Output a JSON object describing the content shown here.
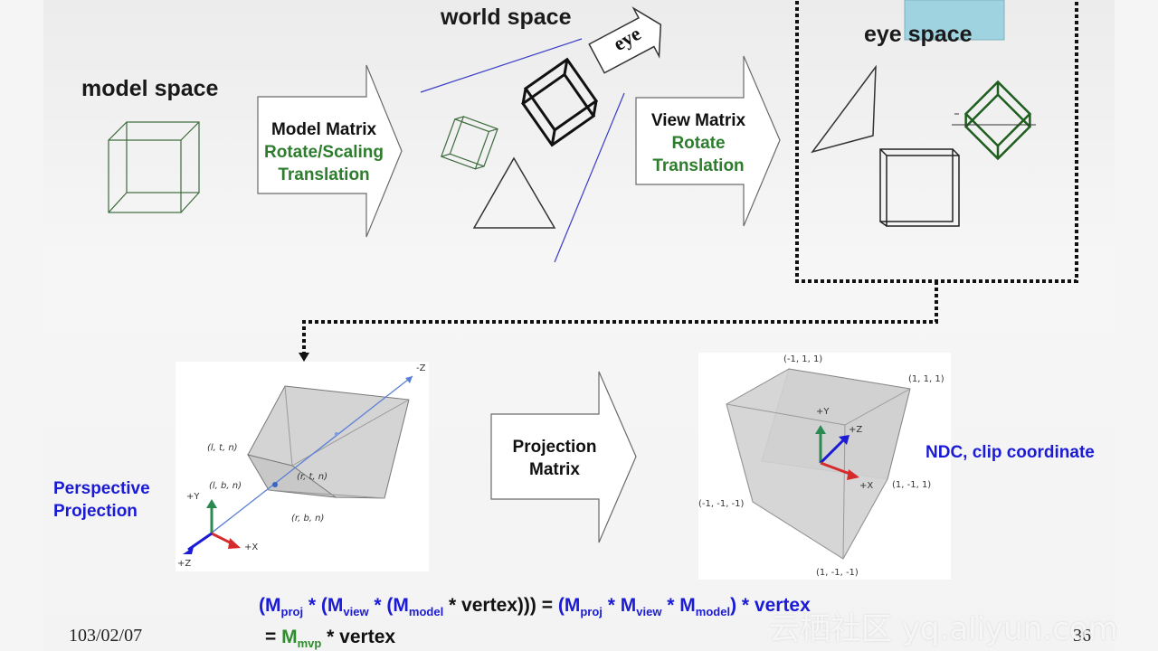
{
  "titles": {
    "world_space": "world space",
    "model_space": "model space",
    "eye_space": "eye space",
    "eye": "eye"
  },
  "model_matrix": {
    "line1": "Model Matrix",
    "line2": "Rotate/Scaling",
    "line3": "Translation"
  },
  "view_matrix": {
    "line1": "View Matrix",
    "line2": "Rotate",
    "line3": "Translation"
  },
  "projection_matrix": {
    "line1": "Projection",
    "line2": "Matrix"
  },
  "perspective": {
    "line1": "Perspective",
    "line2": "Projection"
  },
  "ndc_label": "NDC, clip coordinate",
  "frustum_labels": {
    "neg_z": "-Z",
    "ltn": "(l, t, n)",
    "lbn": "(l, b, n)",
    "rtn": "(r, t, n)",
    "rbn": "(r, b, n)",
    "plus_y": "+Y",
    "plus_x": "+X",
    "plus_z": "+Z"
  },
  "ndc_labels": {
    "c_m1_1_1": "(-1, 1, 1)",
    "c_1_1_1": "(1, 1, 1)",
    "c_1_m1_1": "(1, -1, 1)",
    "c_m1_m1_m1": "(-1, -1, -1)",
    "c_1_m1_m1": "(1, -1, -1)",
    "plus_y": "+Y",
    "plus_z": "+Z",
    "plus_x": "+X"
  },
  "formula": {
    "open1": "(M",
    "proj": "proj",
    "star_open_m": " * (M",
    "view": "view",
    "star_open_m2": " * (M",
    "model": "model",
    "vertex_close": " * vertex))) = ",
    "open_m": "(M",
    "proj2": "proj",
    "star_m": " * M",
    "view2": "view",
    "star_m2": " * M",
    "model2": "model",
    "close_vertex": ") * vertex",
    "eq": "= ",
    "m": "M",
    "mvp": "mvp",
    "star_vertex": " * vertex"
  },
  "footer": {
    "date": "103/02/07",
    "page": "36"
  },
  "watermark": "云栖社区 yq.aliyun.com",
  "colors": {
    "green": "#2e7d2e",
    "blue": "#1b1bd6",
    "dark_green": "#1f5e1f",
    "light_blue_box": "#9fd3df"
  }
}
